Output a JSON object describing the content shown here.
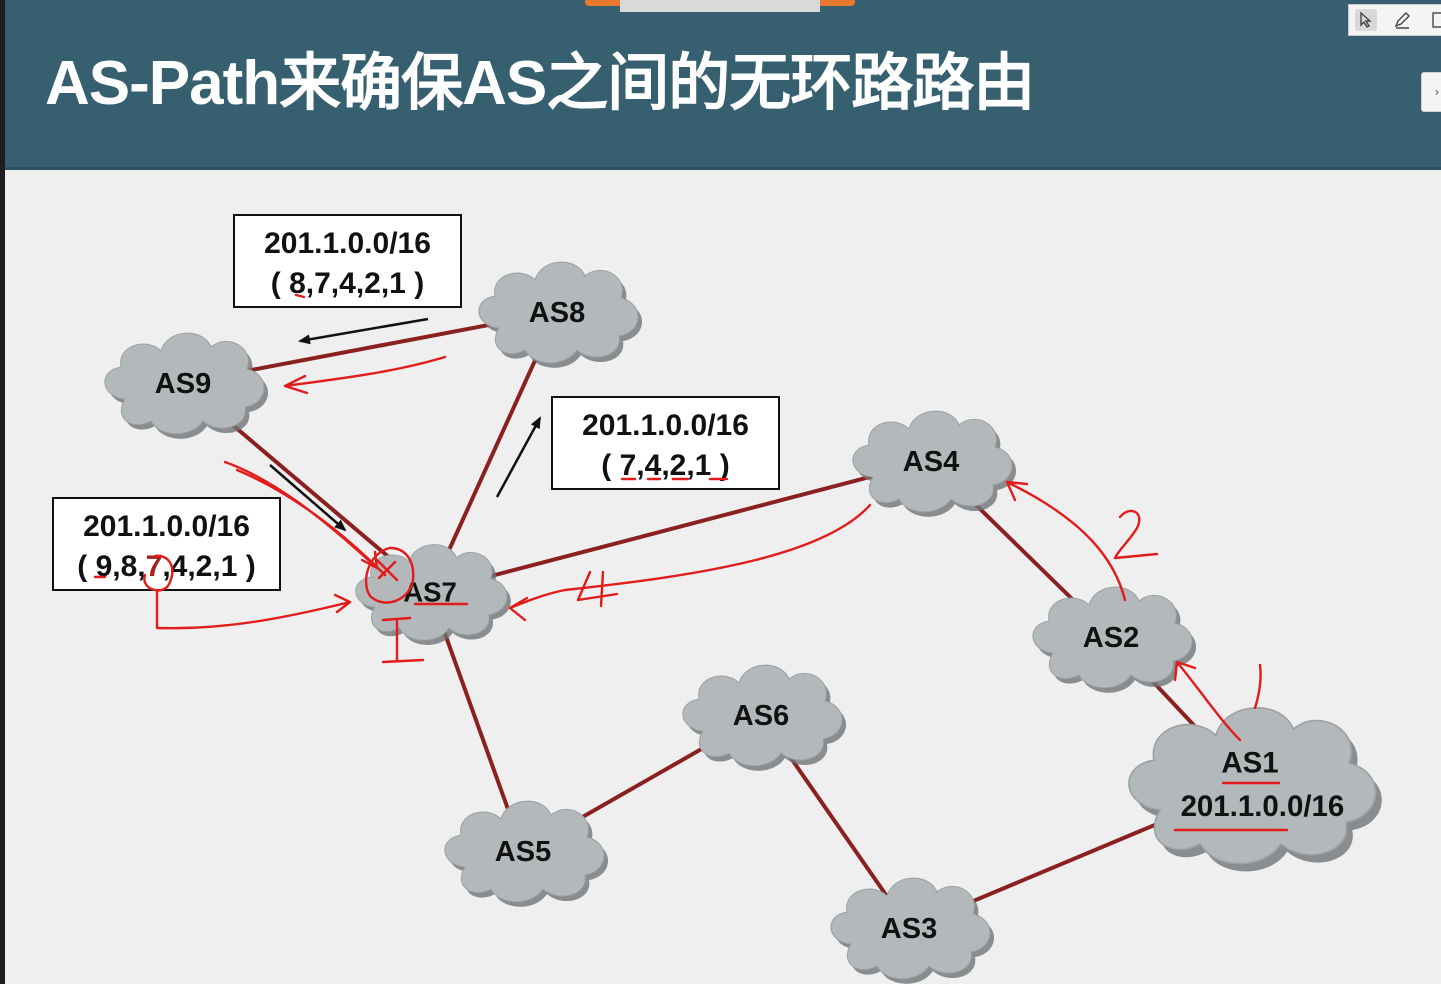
{
  "slide": {
    "title": "AS-Path来确保AS之间的无环路路由"
  },
  "nodes": [
    {
      "id": "as8",
      "label": "AS8"
    },
    {
      "id": "as9",
      "label": "AS9"
    },
    {
      "id": "as7",
      "label": "AS7"
    },
    {
      "id": "as4",
      "label": "AS4"
    },
    {
      "id": "as2",
      "label": "AS2"
    },
    {
      "id": "as6",
      "label": "AS6"
    },
    {
      "id": "as5",
      "label": "AS5"
    },
    {
      "id": "as3",
      "label": "AS3"
    },
    {
      "id": "as1",
      "label": "AS1",
      "sublabel": "201.1.0.0/16"
    }
  ],
  "links": [
    [
      "as9",
      "as8"
    ],
    [
      "as9",
      "as7"
    ],
    [
      "as8",
      "as7"
    ],
    [
      "as7",
      "as4"
    ],
    [
      "as7",
      "as5"
    ],
    [
      "as4",
      "as2"
    ],
    [
      "as2",
      "as1"
    ],
    [
      "as5",
      "as6"
    ],
    [
      "as6",
      "as3"
    ],
    [
      "as3",
      "as1"
    ]
  ],
  "route_boxes": {
    "as8_to_as9": {
      "prefix": "201.1.0.0/16",
      "path": "( 8,7,4,2,1 )"
    },
    "as7_to_as8": {
      "prefix": "201.1.0.0/16",
      "path": "( 7,4,2,1 )"
    },
    "as9_to_as7": {
      "prefix": "201.1.0.0/16",
      "path_parts": [
        "( 9,8,",
        "7",
        ",4,2,1 )"
      ]
    }
  },
  "annotations": {
    "step1": "1",
    "step2": "2",
    "step4": "4",
    "as1_mark": "1"
  },
  "colors": {
    "title_bar": "#36606f",
    "link": "#8b2020",
    "cloud_fill": "#b3b8bb",
    "pen_red": "#e21b1b",
    "highlight": "#a61f1f"
  },
  "toolbar": {
    "tools": [
      "select-tool",
      "pen-tool",
      "shape-tool"
    ]
  }
}
